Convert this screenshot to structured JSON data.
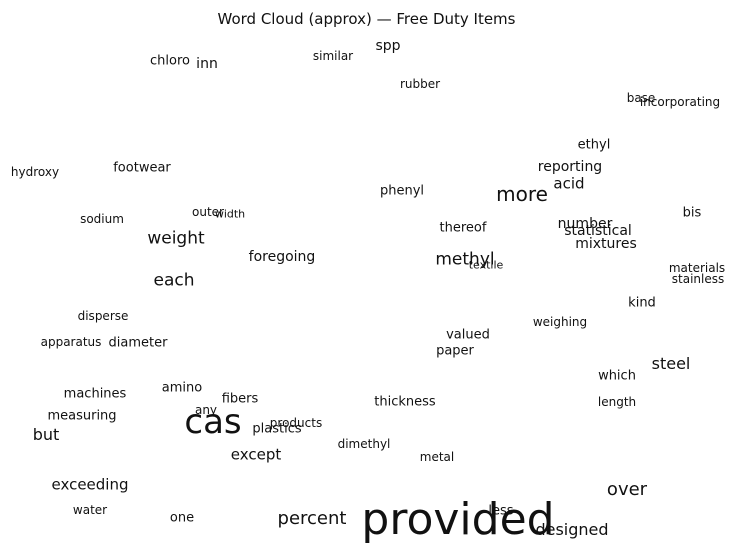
{
  "chart_data": {
    "type": "word_cloud",
    "title": "Word Cloud (approx) — Free Duty Items",
    "text_color": "#111111",
    "words": [
      {
        "text": "spp",
        "weight": 14
      },
      {
        "text": "similar",
        "weight": 12
      },
      {
        "text": "chloro",
        "weight": 13
      },
      {
        "text": "inn",
        "weight": 14
      },
      {
        "text": "rubber",
        "weight": 12
      },
      {
        "text": "base",
        "weight": 12
      },
      {
        "text": "incorporating",
        "weight": 12
      },
      {
        "text": "ethyl",
        "weight": 13
      },
      {
        "text": "reporting",
        "weight": 14
      },
      {
        "text": "acid",
        "weight": 15
      },
      {
        "text": "more",
        "weight": 20
      },
      {
        "text": "hydroxy",
        "weight": 12
      },
      {
        "text": "footwear",
        "weight": 13
      },
      {
        "text": "phenyl",
        "weight": 13
      },
      {
        "text": "bis",
        "weight": 13
      },
      {
        "text": "sodium",
        "weight": 12
      },
      {
        "text": "outer",
        "weight": 12
      },
      {
        "text": "width",
        "weight": 11
      },
      {
        "text": "number",
        "weight": 14
      },
      {
        "text": "statistical",
        "weight": 14
      },
      {
        "text": "thereof",
        "weight": 13
      },
      {
        "text": "mixtures",
        "weight": 14
      },
      {
        "text": "weight",
        "weight": 17
      },
      {
        "text": "foregoing",
        "weight": 14
      },
      {
        "text": "methyl",
        "weight": 17
      },
      {
        "text": "textile",
        "weight": 11
      },
      {
        "text": "materials",
        "weight": 12
      },
      {
        "text": "stainless",
        "weight": 12
      },
      {
        "text": "each",
        "weight": 17
      },
      {
        "text": "kind",
        "weight": 13
      },
      {
        "text": "disperse",
        "weight": 12
      },
      {
        "text": "weighing",
        "weight": 12
      },
      {
        "text": "valued",
        "weight": 13
      },
      {
        "text": "apparatus",
        "weight": 12
      },
      {
        "text": "diameter",
        "weight": 13
      },
      {
        "text": "paper",
        "weight": 13
      },
      {
        "text": "steel",
        "weight": 16
      },
      {
        "text": "which",
        "weight": 13
      },
      {
        "text": "amino",
        "weight": 13
      },
      {
        "text": "machines",
        "weight": 13
      },
      {
        "text": "fibers",
        "weight": 13
      },
      {
        "text": "length",
        "weight": 12
      },
      {
        "text": "thickness",
        "weight": 13
      },
      {
        "text": "any",
        "weight": 12
      },
      {
        "text": "measuring",
        "weight": 13
      },
      {
        "text": "cas",
        "weight": 34
      },
      {
        "text": "products",
        "weight": 12
      },
      {
        "text": "plastics",
        "weight": 13
      },
      {
        "text": "but",
        "weight": 16
      },
      {
        "text": "dimethyl",
        "weight": 12
      },
      {
        "text": "except",
        "weight": 15
      },
      {
        "text": "metal",
        "weight": 12
      },
      {
        "text": "exceeding",
        "weight": 15
      },
      {
        "text": "over",
        "weight": 18
      },
      {
        "text": "water",
        "weight": 12
      },
      {
        "text": "one",
        "weight": 13
      },
      {
        "text": "percent",
        "weight": 18
      },
      {
        "text": "provided",
        "weight": 44
      },
      {
        "text": "less",
        "weight": 13
      },
      {
        "text": "designed",
        "weight": 16
      }
    ]
  }
}
